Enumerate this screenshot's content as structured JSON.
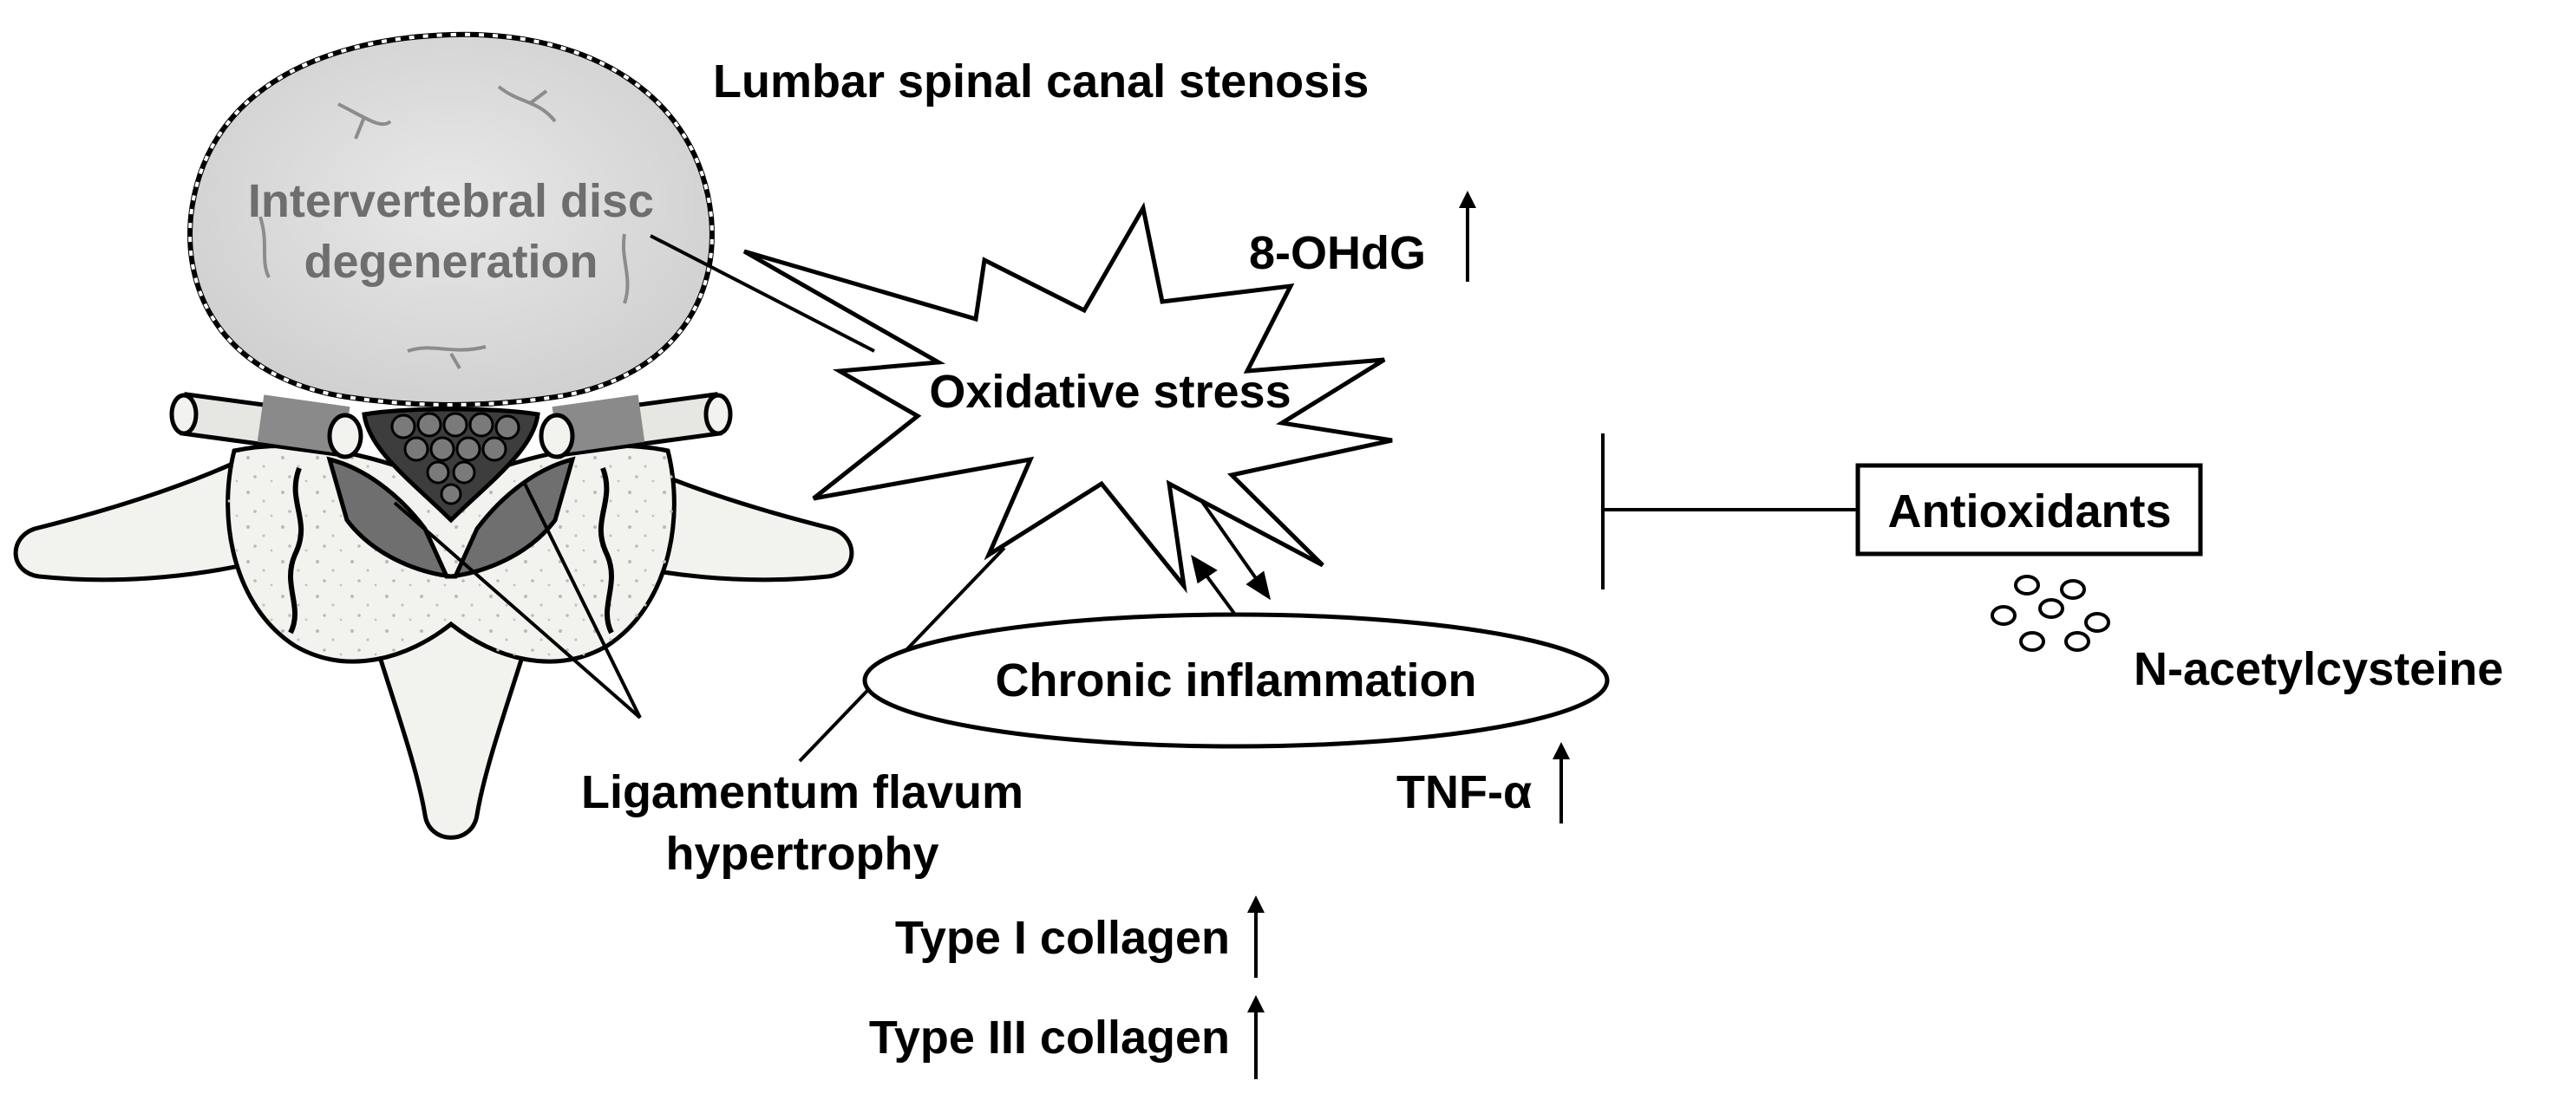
{
  "title": "Lumbar spinal canal stenosis",
  "disc_label_line1": "Intervertebral disc",
  "disc_label_line2": "degeneration",
  "oxidative_stress": "Oxidative stress",
  "marker_8ohdg": "8-OHdG",
  "chronic_inflammation": "Chronic inflammation",
  "marker_tnf": "TNF-α",
  "ligamentum_line1": "Ligamentum flavum",
  "ligamentum_line2": "hypertrophy",
  "type1_collagen": "Type I collagen",
  "type3_collagen": "Type III collagen",
  "antioxidants": "Antioxidants",
  "nac": "N-acetylcysteine",
  "colors": {
    "ink": "#000000",
    "disc_fill": "#dcdcdc",
    "disc_text": "#6e6e6e",
    "bone_fill": "#f2f2ee",
    "ligament_fill": "#6f6f6f",
    "background": "#ffffff"
  }
}
